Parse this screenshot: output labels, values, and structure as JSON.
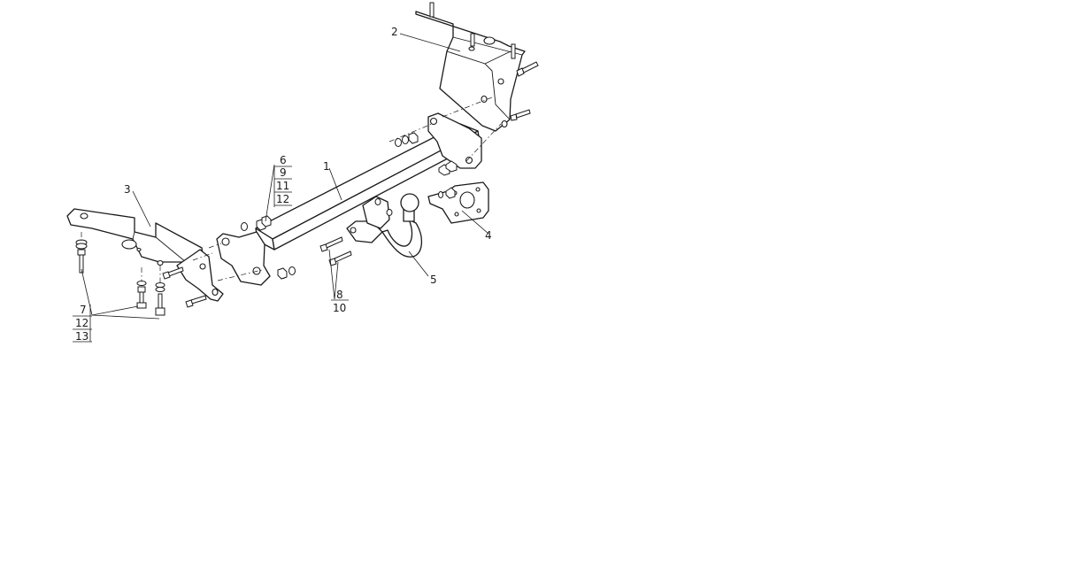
{
  "callouts": {
    "p1": "1",
    "p2": "2",
    "p3": "3",
    "p4": "4",
    "p5": "5",
    "fastener_group_a": [
      "6",
      "9",
      "11",
      "12"
    ],
    "fastener_group_b": [
      "8",
      "10"
    ],
    "fastener_group_c": [
      "7",
      "12",
      "13"
    ]
  }
}
